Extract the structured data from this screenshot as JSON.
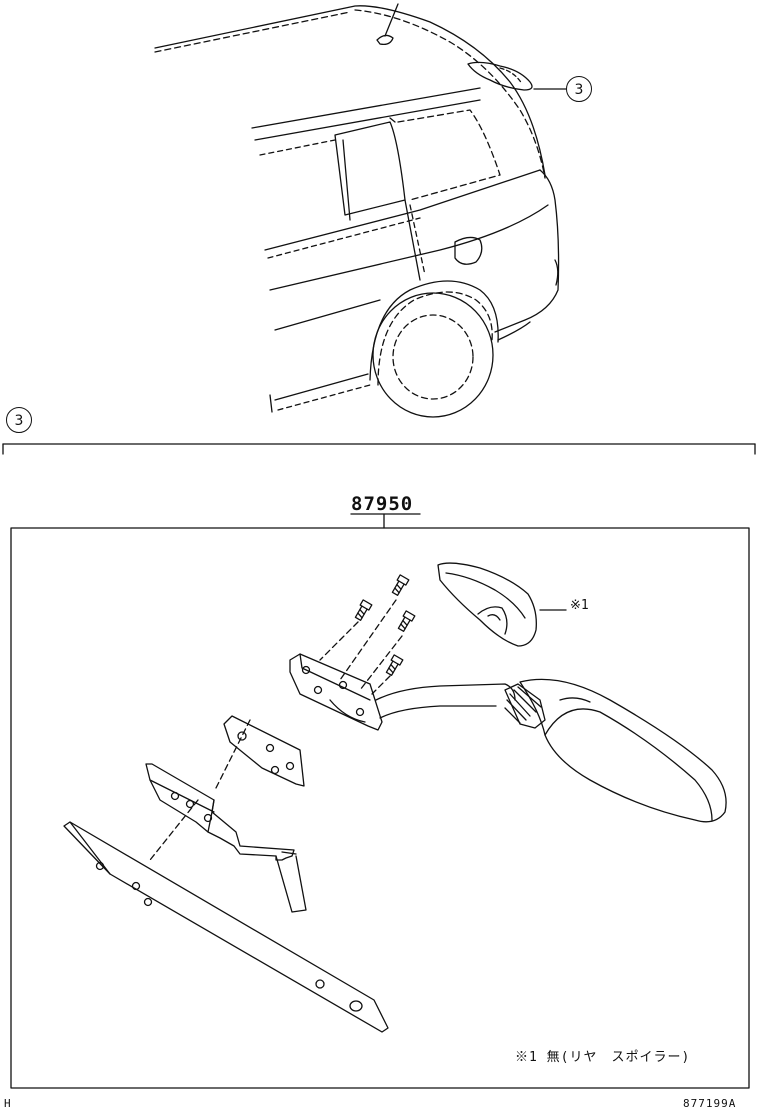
{
  "diagram": {
    "callouts": {
      "top": "3",
      "section": "3"
    },
    "part_number": "87950",
    "note_reference": "※1",
    "footnote": "※1 無(リヤ　スポイラー)",
    "ref_code": "877199A",
    "corner_mark": "H"
  },
  "colors": {
    "line": "#111111",
    "background": "#ffffff"
  },
  "icons": [
    "car-rear-outline",
    "rear-view-mirror",
    "screw",
    "bracket",
    "license-plate-bracket"
  ]
}
